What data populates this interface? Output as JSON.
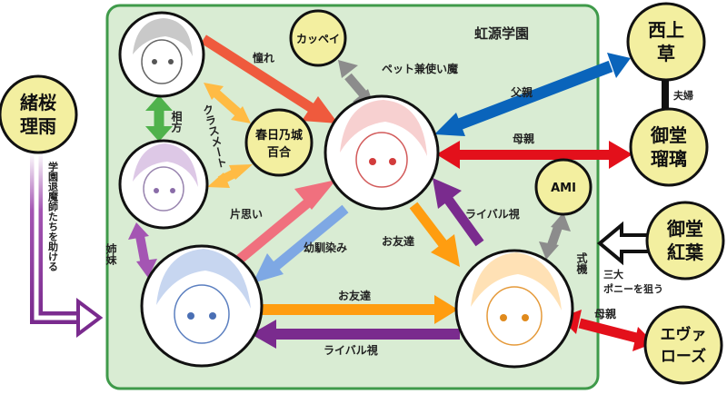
{
  "school": {
    "name": "虹源学園"
  },
  "nodes": {
    "kappei": "カッペイ",
    "kasuganojo_line1": "春日乃城",
    "kasuganojo_line2": "百合",
    "ami": "AMI",
    "oou_line1": "緒桜",
    "oou_line2": "理雨",
    "nishikami_line1": "西上",
    "nishikami_line2": "草",
    "mido_ruri_line1": "御堂",
    "mido_ruri_line2": "瑠璃",
    "mido_kureha_line1": "御堂",
    "mido_kureha_line2": "紅葉",
    "eva_line1": "エヴァ",
    "eva_line2": "ローズ"
  },
  "relations": {
    "akogare": "憧れ",
    "pet": "ペット兼使い魔",
    "aikata": "相方",
    "classmate": "クラスメート",
    "kataomoi": "片思い",
    "shimai": "姉妹",
    "osananajimi": "幼馴染み",
    "otomodachi_diag": "お友達",
    "otomodachi_bottom": "お友達",
    "rival_right": "ライバル視",
    "rival_bottom": "ライバル視",
    "shiki": "式機",
    "father": "父親",
    "mother_top": "母親",
    "mother_bottom": "母親",
    "fuufu": "夫婦",
    "target_line1": "三大",
    "target_line2": "ポニーを狙う",
    "help": "学園退魔師たちを助ける"
  },
  "colors": {
    "box_fill": "#d9ecd3",
    "box_stroke": "#3f9a4a",
    "bubble": "#f3efa0",
    "red": "#e3101b",
    "blue": "#0a64bb",
    "orange": "#ff9d10",
    "purple": "#7a2b8e",
    "green": "#4fb24c",
    "gray": "#8c8c8c",
    "coral": "#ef5a3d",
    "salmon": "#f0707e",
    "light_orange": "#ffbb44",
    "light_blue": "#7ea8e4",
    "violet": "#a455b3"
  }
}
